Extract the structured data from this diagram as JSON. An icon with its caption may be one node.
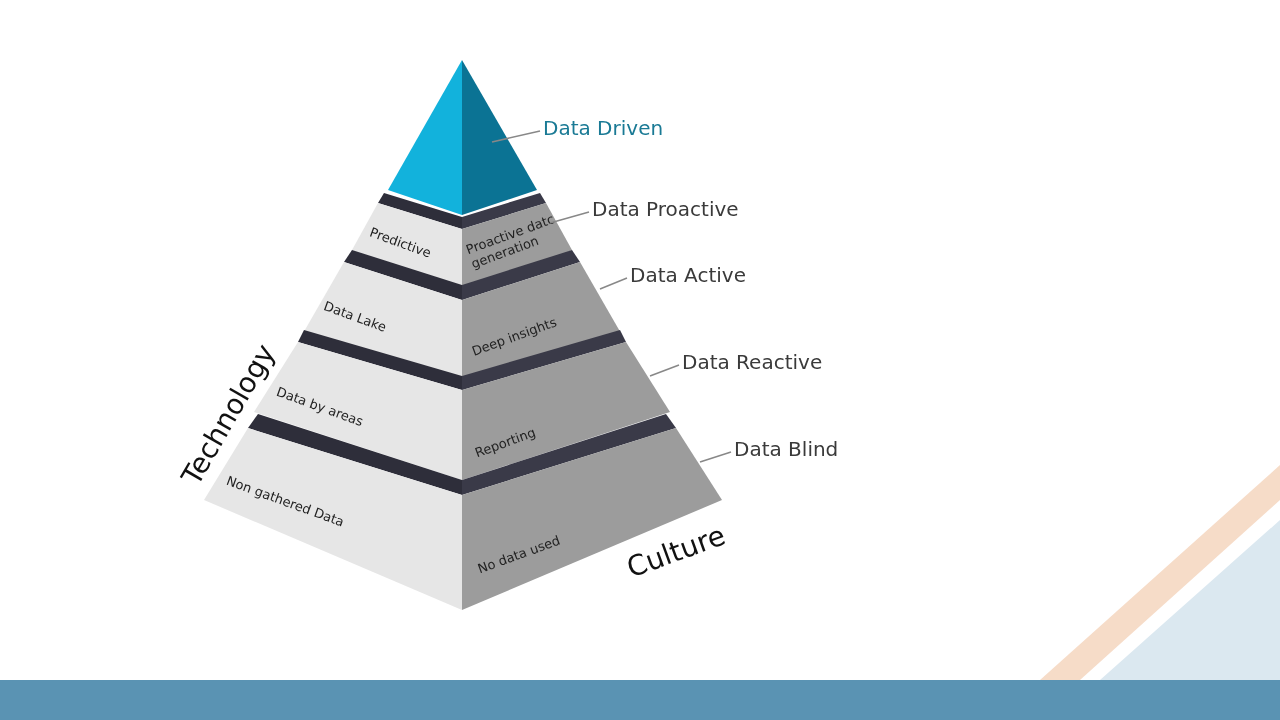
{
  "diagram": {
    "nodes": [
      {
        "text": [],
        "shape": "triangle"
      },
      {
        "text": [
          "Predictive",
          "Proactive datc generation"
        ]
      },
      {
        "text": [
          "Data Lake",
          "Deep insights"
        ]
      },
      {
        "text": [
          "Data by areas",
          "Reporting"
        ]
      },
      {
        "text": [
          "Non gathered Data",
          "No data used"
        ]
      },
      {
        "text": [
          "Data Driven"
        ]
      },
      {
        "text": [
          "Data Proactive"
        ]
      },
      {
        "text": [
          "Data Active"
        ]
      },
      {
        "text": [
          "Data Reactive"
        ]
      },
      {
        "text": [
          "Data Blind"
        ]
      }
    ],
    "edges": [
      {
        "from": 5,
        "to": 0,
        "arrow": "none"
      },
      {
        "from": 6,
        "to": 1,
        "arrow": "none"
      },
      {
        "from": 7,
        "to": 2,
        "arrow": "none"
      },
      {
        "from": 8,
        "to": 3,
        "arrow": "none"
      },
      {
        "from": 9,
        "to": 4,
        "arrow": "none"
      }
    ],
    "labels": [
      "Technology",
      "Culture"
    ]
  }
}
